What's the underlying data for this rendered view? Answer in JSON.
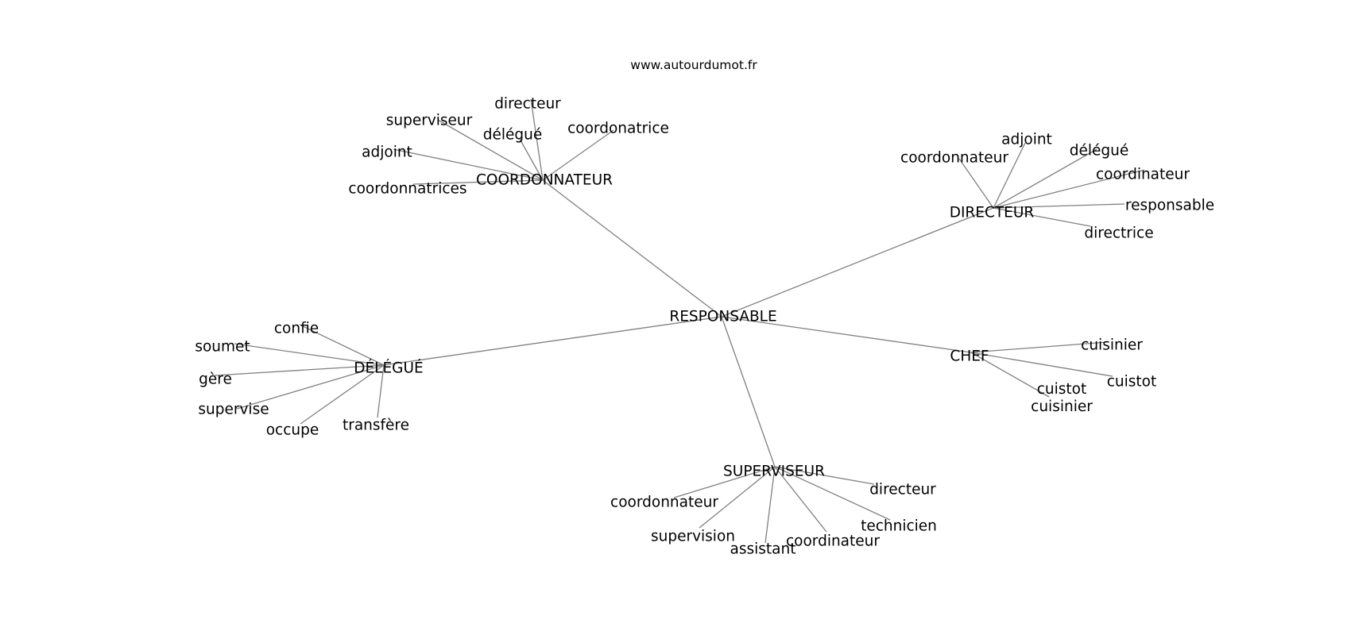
{
  "header": {
    "site": "www.autourdumot.fr"
  },
  "graph": {
    "root": "RESPONSABLE",
    "groups": [
      {
        "hub": "COORDONNATEUR",
        "words": [
          "directeur",
          "superviseur",
          "délégué",
          "coordonatrice",
          "adjoint",
          "coordonnatrices"
        ]
      },
      {
        "hub": "DIRECTEUR",
        "words": [
          "adjoint",
          "délégué",
          "coordonnateur",
          "coordinateur",
          "responsable",
          "directrice"
        ]
      },
      {
        "hub": "DÉLÉGUÉ",
        "words": [
          "confie",
          "soumet",
          "gère",
          "supervise",
          "occupe",
          "transfère"
        ]
      },
      {
        "hub": "CHEF",
        "words": [
          "cuisinier",
          "cuistot",
          "cuistot cuisinier"
        ]
      },
      {
        "hub": "SUPERVISEUR",
        "words": [
          "directeur",
          "coordonnateur",
          "technicien",
          "supervision",
          "coordinateur",
          "assistant"
        ]
      }
    ]
  }
}
